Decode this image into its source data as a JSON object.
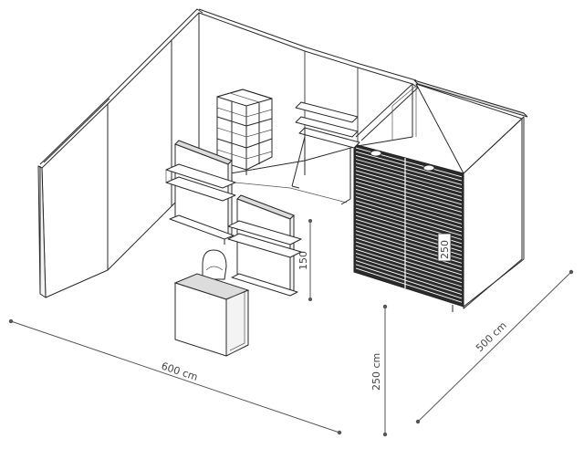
{
  "dimensions": {
    "width_label": "600 cm",
    "depth_label": "500 cm",
    "height_label": "250 cm",
    "shelf_height_label": "150",
    "panel_height_label": "250"
  }
}
